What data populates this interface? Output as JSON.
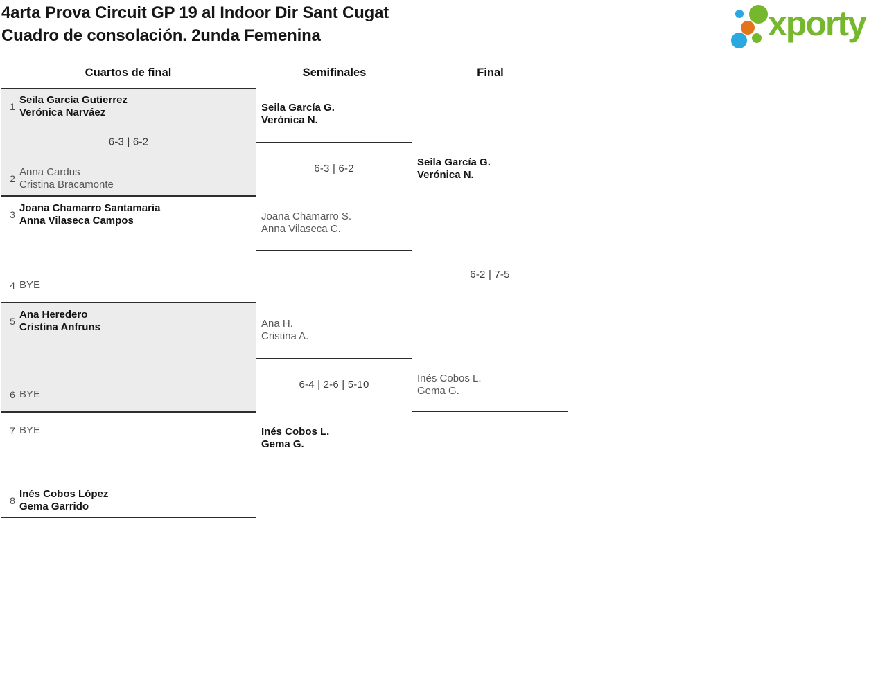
{
  "header": {
    "title_line1": "4arta Prova Circuit GP 19 al Indoor Dir Sant Cugat",
    "title_line2": "Cuadro de consolación. 2unda Femenina",
    "logo": {
      "text": "xporty"
    }
  },
  "colors": {
    "logo_green": "#76b82d",
    "logo_blue": "#29a9e0",
    "logo_orange": "#e4741c",
    "box_fill_gray": "#ececec",
    "box_border": "#2d2d2d",
    "winner_text": "#141414",
    "loser_text": "#575757"
  },
  "bracket": {
    "rounds": [
      "Cuartos de final",
      "Semifinales",
      "Final"
    ],
    "quarterfinals": [
      {
        "seed_top": "1",
        "top": [
          "Seila García Gutierrez",
          "Verónica Narváez"
        ],
        "score": "6-3 | 6-2",
        "seed_bottom": "2",
        "bottom": [
          "Anna Cardus",
          "Cristina Bracamonte"
        ],
        "winner": "top"
      },
      {
        "seed_top": "3",
        "top": [
          "Joana Chamarro Santamaria",
          "Anna Vilaseca Campos"
        ],
        "score": "",
        "seed_bottom": "4",
        "bottom": [
          "BYE"
        ],
        "winner": "top"
      },
      {
        "seed_top": "5",
        "top": [
          "Ana Heredero",
          "Cristina Anfruns"
        ],
        "score": "",
        "seed_bottom": "6",
        "bottom": [
          "BYE"
        ],
        "winner": "top"
      },
      {
        "seed_top": "7",
        "top": [
          "BYE"
        ],
        "score": "",
        "seed_bottom": "8",
        "bottom": [
          "Inés Cobos López",
          "Gema Garrido"
        ],
        "winner": "bottom"
      }
    ],
    "semifinals": [
      {
        "top": [
          "Seila García G.",
          "Verónica N."
        ],
        "score": "6-3 | 6-2",
        "bottom": [
          "Joana Chamarro S.",
          "Anna Vilaseca C."
        ],
        "winner": "top"
      },
      {
        "top": [
          "Ana H.",
          "Cristina A."
        ],
        "score": "6-4 | 2-6 | 5-10",
        "bottom": [
          "Inés Cobos L.",
          "Gema G."
        ],
        "winner": "bottom"
      }
    ],
    "final": {
      "top": [
        "Seila García G.",
        "Verónica N."
      ],
      "score": "6-2 | 7-5",
      "bottom": [
        "Inés Cobos L.",
        "Gema G."
      ],
      "winner": "top"
    }
  }
}
